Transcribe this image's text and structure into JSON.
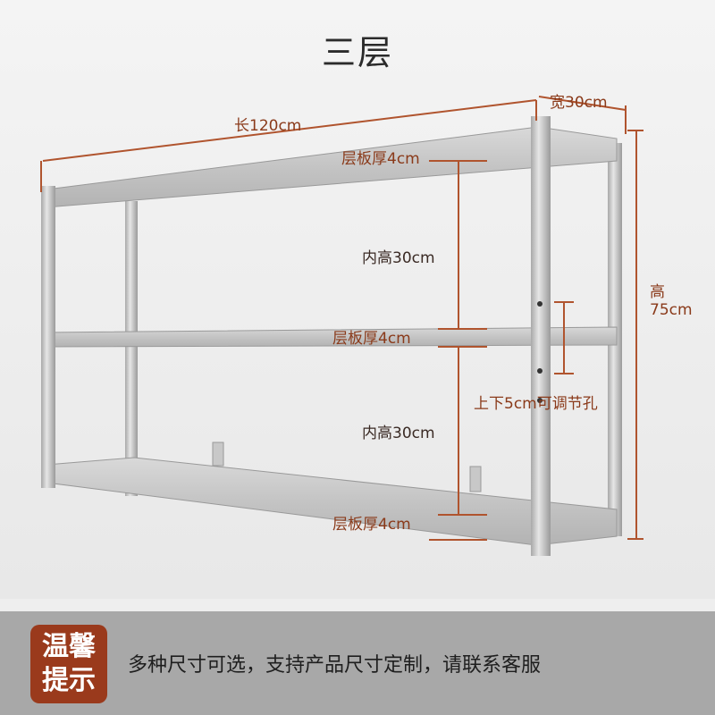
{
  "title": "三层",
  "dimensions": {
    "length": "长120cm",
    "width": "宽30cm",
    "height_line1": "高",
    "height_line2": "75cm",
    "board_top": "层板厚4cm",
    "board_middle": "层板厚4cm",
    "board_bottom": "层板厚4cm",
    "inner_upper": "内高30cm",
    "inner_lower": "内高30cm",
    "adjust_holes": "上下5cm可调节孔"
  },
  "tip": {
    "badge_line1": "温馨",
    "badge_line2": "提示",
    "text": "多种尺寸可选，支持产品尺寸定制，请联系客服"
  },
  "colors": {
    "accent": "#9a3a1c",
    "annotation": "#8a3a1a",
    "tip_bar": "#a8a8a8"
  }
}
